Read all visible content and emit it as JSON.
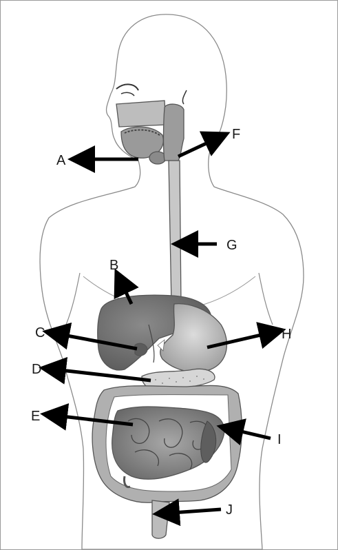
{
  "diagram": {
    "labels": [
      "A",
      "B",
      "C",
      "D",
      "E",
      "F",
      "G",
      "H",
      "I",
      "J"
    ]
  },
  "colors": {
    "arrow": "#000000",
    "outline": "#8a8a8a",
    "organ_dark": "#6f6f6f",
    "organ_mid": "#9c9c9c",
    "organ_light": "#c8c8c8"
  }
}
